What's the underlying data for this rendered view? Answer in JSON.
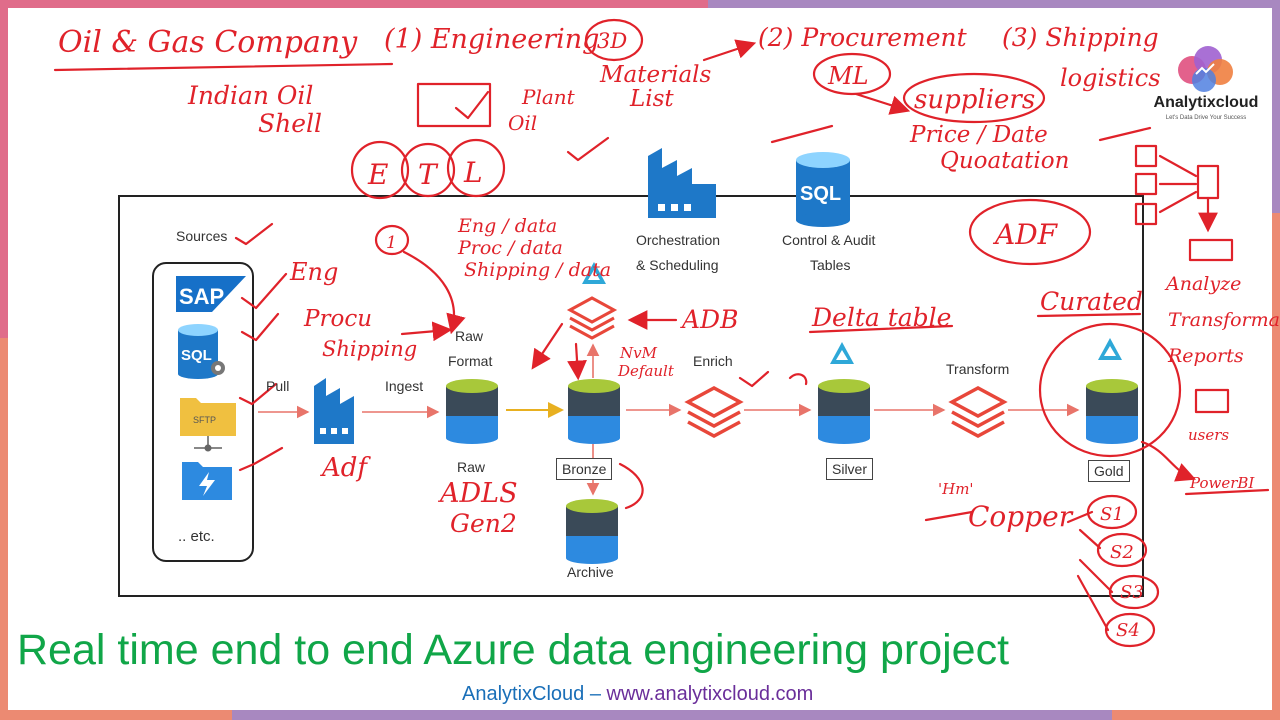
{
  "diagram": {
    "sources_label": "Sources",
    "etc_label": ".. etc.",
    "sftp_label": "SFTP",
    "sql_db_label": "SQL",
    "sap_label": "SAP",
    "pull_label": "Pull",
    "ingest_label": "Ingest",
    "raw_format_line1": "Raw",
    "raw_format_line2": "Format",
    "raw_label": "Raw",
    "bronze_label": "Bronze",
    "archive_label": "Archive",
    "enrich_label": "Enrich",
    "silver_label": "Silver",
    "transform_label": "Transform",
    "gold_label": "Gold",
    "orchestration_line1": "Orchestration",
    "orchestration_line2": "& Scheduling",
    "control_line1": "Control & Audit",
    "control_line2": "Tables",
    "control_icon_text": "SQL"
  },
  "handwriting": {
    "company": "Oil & Gas Company",
    "step1": "(1) Engineering",
    "step1_sub": "3D",
    "step2": "(2) Procurement",
    "step3": "(3) Shipping",
    "logistics": "logistics",
    "materials": "Materials",
    "list": "List",
    "ml": "ML",
    "suppliers": "suppliers",
    "price_date": "Price / Date",
    "quotation": "Quoatation",
    "indian_oil": "Indian Oil",
    "shell": "Shell",
    "plant": "Plant",
    "oil": "Oil",
    "etl_e": "E",
    "etl_t": "T",
    "etl_l": "L",
    "adf": "ADF",
    "eng_data": "Eng / data",
    "proc_data": "Proc / data",
    "shipping_data": "Shipping / data",
    "adb": "ADB",
    "delta_table": "Delta table",
    "curated": "Curated",
    "num_one": "1",
    "eng": "Eng",
    "procu": "Procu",
    "shipping": "Shipping",
    "adf_lower": "Adf",
    "adls": "ADLS",
    "gen2": "Gen2",
    "nvm_default1": "NvM",
    "nvm_default2": "Default",
    "copper": "Copper",
    "hm": "'Hm'",
    "s1": "S1",
    "s2": "S2",
    "s3": "S3",
    "s4": "S4",
    "analyze": "Analyze",
    "transformat": "Transformat",
    "reports": "Reports",
    "users": "users",
    "powerbi": "PowerBI"
  },
  "title": "Real time end to end Azure data engineering project",
  "footer": {
    "brand": "AnalytixCloud",
    "separator": "–",
    "url": "www.analytixcloud.com"
  },
  "logo": {
    "name": "Analytixcloud",
    "tagline": "Let's Data Drive Your Success"
  },
  "colors": {
    "title_green": "#10a648",
    "annotation_red": "#e0222a",
    "azure_blue": "#1e78c8",
    "databricks_red": "#e8473a",
    "lake_green": "#a8c83a"
  }
}
